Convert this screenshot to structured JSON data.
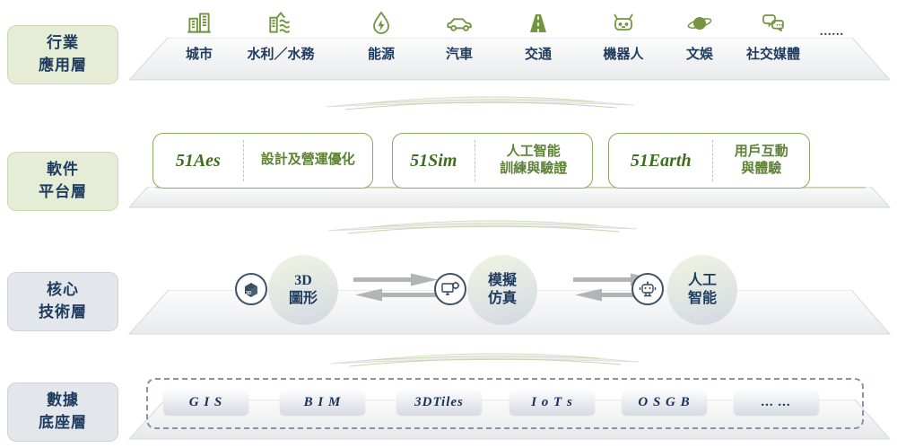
{
  "industry": {
    "label_lines": [
      "行業",
      "應用層"
    ],
    "more": "......",
    "items": [
      {
        "label": "城市",
        "icon": "city-icon"
      },
      {
        "label": "水利／水務",
        "icon": "water-icon"
      },
      {
        "label": "能源",
        "icon": "energy-icon"
      },
      {
        "label": "汽車",
        "icon": "car-icon"
      },
      {
        "label": "交通",
        "icon": "traffic-icon"
      },
      {
        "label": "機器人",
        "icon": "robot-icon"
      },
      {
        "label": "文娛",
        "icon": "entertainment-icon"
      },
      {
        "label": "社交媒體",
        "icon": "social-media-icon"
      }
    ]
  },
  "software": {
    "label_lines": [
      "軟件",
      "平台層"
    ],
    "cards": [
      {
        "product": "51Aes",
        "desc_lines": [
          "設計及營運優化"
        ]
      },
      {
        "product": "51Sim",
        "desc_lines": [
          "人工智能",
          "訓練與驗證"
        ]
      },
      {
        "product": "51Earth",
        "desc_lines": [
          "用戶互動",
          "與體驗"
        ]
      }
    ]
  },
  "core": {
    "label_lines": [
      "核心",
      "技術層"
    ],
    "techs": [
      {
        "lines": [
          "3D",
          "圖形"
        ],
        "icon": "3d-cube-icon"
      },
      {
        "lines": [
          "模擬",
          "仿真"
        ],
        "icon": "simulation-icon"
      },
      {
        "lines": [
          "人工",
          "智能"
        ],
        "icon": "ai-robot-icon"
      }
    ]
  },
  "data_layer": {
    "label_lines": [
      "數據",
      "底座層"
    ],
    "chips": [
      {
        "label": "G I S"
      },
      {
        "label": "B I M"
      },
      {
        "label": "3DTiles"
      },
      {
        "label": "I o T s"
      },
      {
        "label": "O S G B"
      },
      {
        "label": "... ..."
      }
    ]
  },
  "colors": {
    "accent_green": "#73953f",
    "navy_text": "#1d3a5f",
    "card_border_green": "#8aa962",
    "label_green_bg": "#e5edd6",
    "label_gray_bg": "#e3e7ec"
  }
}
